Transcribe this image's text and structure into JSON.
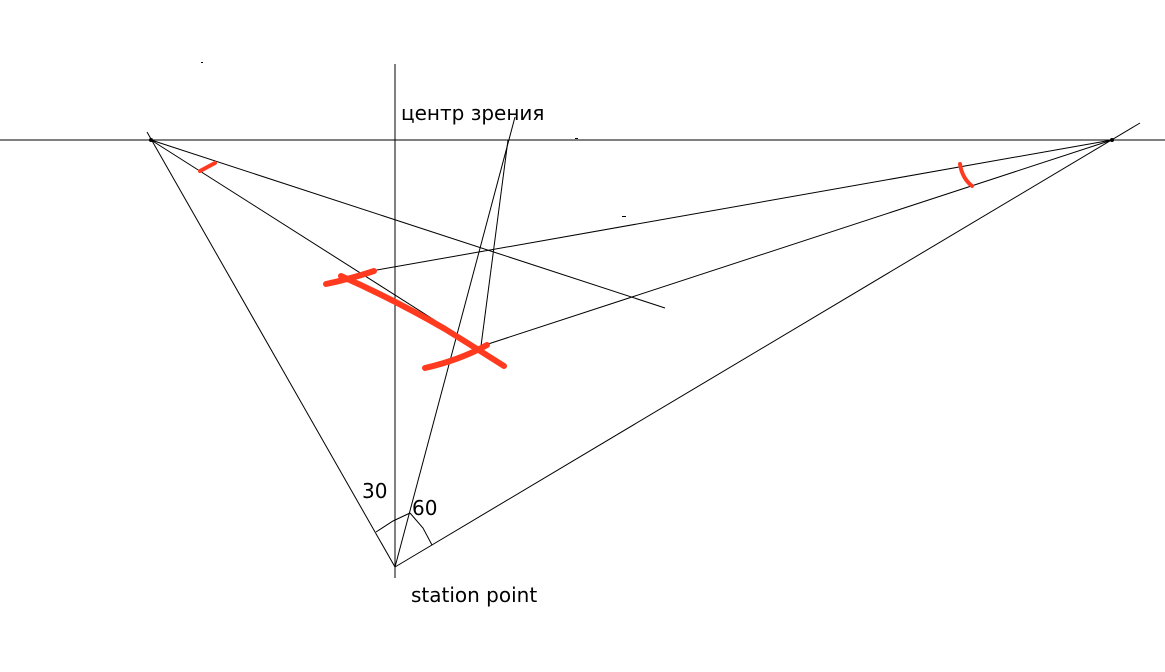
{
  "labels": {
    "center_of_vision": "центр зрения",
    "angle_left": "30",
    "angle_right": "60",
    "station_point": "station point"
  },
  "colors": {
    "line": "#000000",
    "accent": "#ff3a1f",
    "background": "#ffffff"
  }
}
